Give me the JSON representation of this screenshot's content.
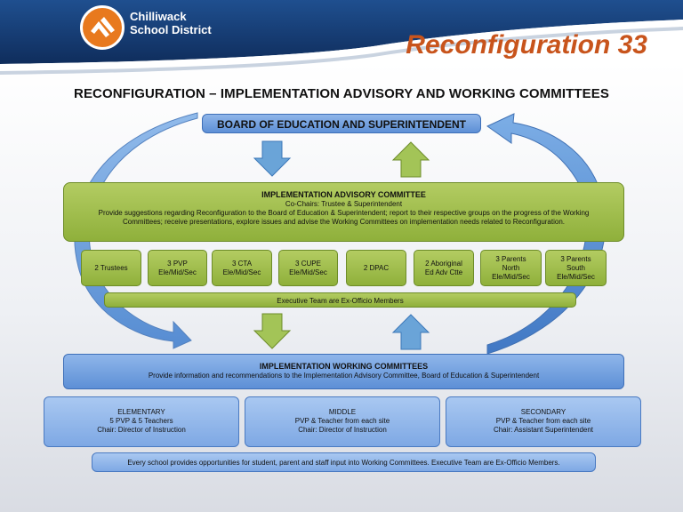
{
  "header": {
    "logo_line1": "Chilliwack",
    "logo_line2": "School District",
    "slide_title": "Reconfiguration 33"
  },
  "title": "RECONFIGURATION – IMPLEMENTATION ADVISORY AND WORKING COMMITTEES",
  "board": "BOARD OF EDUCATION AND SUPERINTENDENT",
  "advisory": {
    "title": "IMPLEMENTATION ADVISORY COMMITTEE",
    "cochairs": "Co-Chairs: Trustee & Superintendent",
    "desc1": "Provide suggestions regarding Reconfiguration to the Board of Education & Superintendent; report to their respective groups on the progress of the Working",
    "desc2": "Committees; receive presentations, explore issues and advise the Working Committees on implementation needs related to Reconfiguration."
  },
  "members": [
    {
      "l1": "2 Trustees",
      "l2": "",
      "l3": ""
    },
    {
      "l1": "3 PVP",
      "l2": "Ele/Mid/Sec",
      "l3": ""
    },
    {
      "l1": "3 CTA",
      "l2": "Ele/Mid/Sec",
      "l3": ""
    },
    {
      "l1": "3 CUPE",
      "l2": "Ele/Mid/Sec",
      "l3": ""
    },
    {
      "l1": "2 DPAC",
      "l2": "",
      "l3": ""
    },
    {
      "l1": "2 Aboriginal",
      "l2": "Ed Adv Ctte",
      "l3": ""
    },
    {
      "l1": "3 Parents",
      "l2": "North",
      "l3": "Ele/Mid/Sec"
    },
    {
      "l1": "3 Parents",
      "l2": "South",
      "l3": "Ele/Mid/Sec"
    }
  ],
  "exec": "Executive Team are Ex-Officio Members",
  "working": {
    "title": "IMPLEMENTATION WORKING COMMITTEES",
    "desc": "Provide information and recommendations to the Implementation Advisory Committee, Board of Education & Superintendent"
  },
  "levels": [
    {
      "name": "ELEMENTARY",
      "members": "5 PVP & 5 Teachers",
      "chair": "Chair: Director of Instruction"
    },
    {
      "name": "MIDDLE",
      "members": "PVP & Teacher from each site",
      "chair": "Chair: Director of Instruction"
    },
    {
      "name": "SECONDARY",
      "members": "PVP & Teacher from each site",
      "chair": "Chair: Assistant Superintendent"
    }
  ],
  "footer": "Every school provides opportunities for student, parent and staff input into Working Committees. Executive Team are Ex-Officio Members.",
  "colors": {
    "header_navy": "#173f78",
    "title_orange": "#c8541c",
    "green": "#9dbb48",
    "blue": "#6b9ade"
  }
}
